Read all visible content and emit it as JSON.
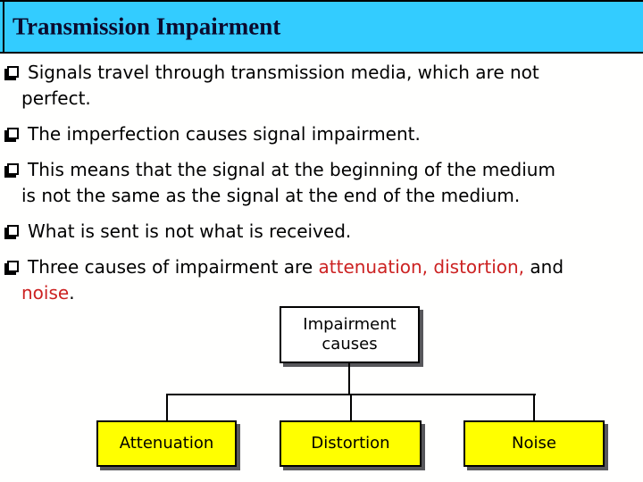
{
  "slide": {
    "title": "Transmission Impairment",
    "colors": {
      "header_bg": "#33CCFF",
      "header_text": "#0B0B2E",
      "highlight": "#CC2222",
      "box_yellow": "#FFFF00",
      "box_white": "#FFFFFF",
      "shadow": "#57575B"
    },
    "bullets": [
      {
        "lines": [
          [
            {
              "t": "Signals travel through transmission media, which are not"
            }
          ],
          [
            {
              "t": "perfect."
            }
          ]
        ]
      },
      {
        "lines": [
          [
            {
              "t": "The imperfection causes signal impairment."
            }
          ]
        ]
      },
      {
        "lines": [
          [
            {
              "t": "This means that the signal at the beginning of the medium"
            }
          ],
          [
            {
              "t": "is not the same as the signal at the end of the medium."
            }
          ]
        ]
      },
      {
        "lines": [
          [
            {
              "t": "What is sent is not what is received."
            }
          ]
        ]
      },
      {
        "lines": [
          [
            {
              "t": "Three causes of impairment are "
            },
            {
              "t": "attenuation,",
              "c": "highlight"
            },
            {
              "t": " "
            },
            {
              "t": "distortion,",
              "c": "highlight"
            },
            {
              "t": " and"
            }
          ],
          [
            {
              "t": "noise",
              "c": "highlight"
            },
            {
              "t": "."
            }
          ]
        ]
      }
    ],
    "diagram": {
      "root_label": "Impairment causes",
      "children": [
        "Attenuation",
        "Distortion",
        "Noise"
      ]
    }
  }
}
